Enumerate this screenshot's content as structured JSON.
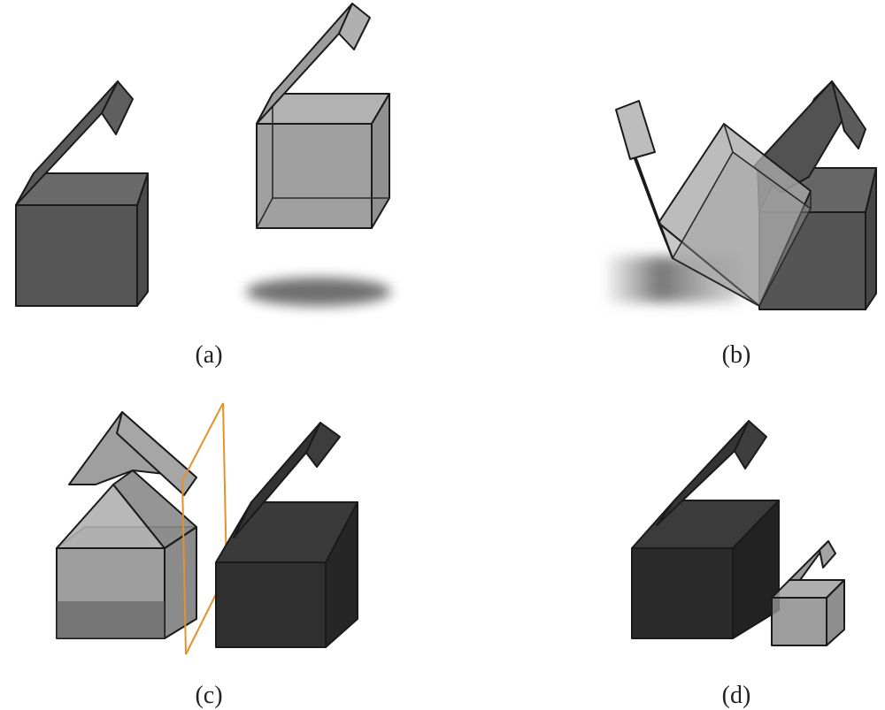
{
  "panels": [
    {
      "id": "a",
      "caption": "(a)"
    },
    {
      "id": "b",
      "caption": "(b)"
    },
    {
      "id": "c",
      "caption": "(c)"
    },
    {
      "id": "d",
      "caption": "(d)"
    }
  ],
  "colors": {
    "opaque_face": "#555555",
    "opaque_side": "#474747",
    "dark_face": "#2f2f2f",
    "dark_side": "#252525",
    "translucent_face": "#9a9a9a",
    "flap_light": "#a8a8a8",
    "cutting_plane": "#e8902a",
    "shadow": "#777777"
  }
}
